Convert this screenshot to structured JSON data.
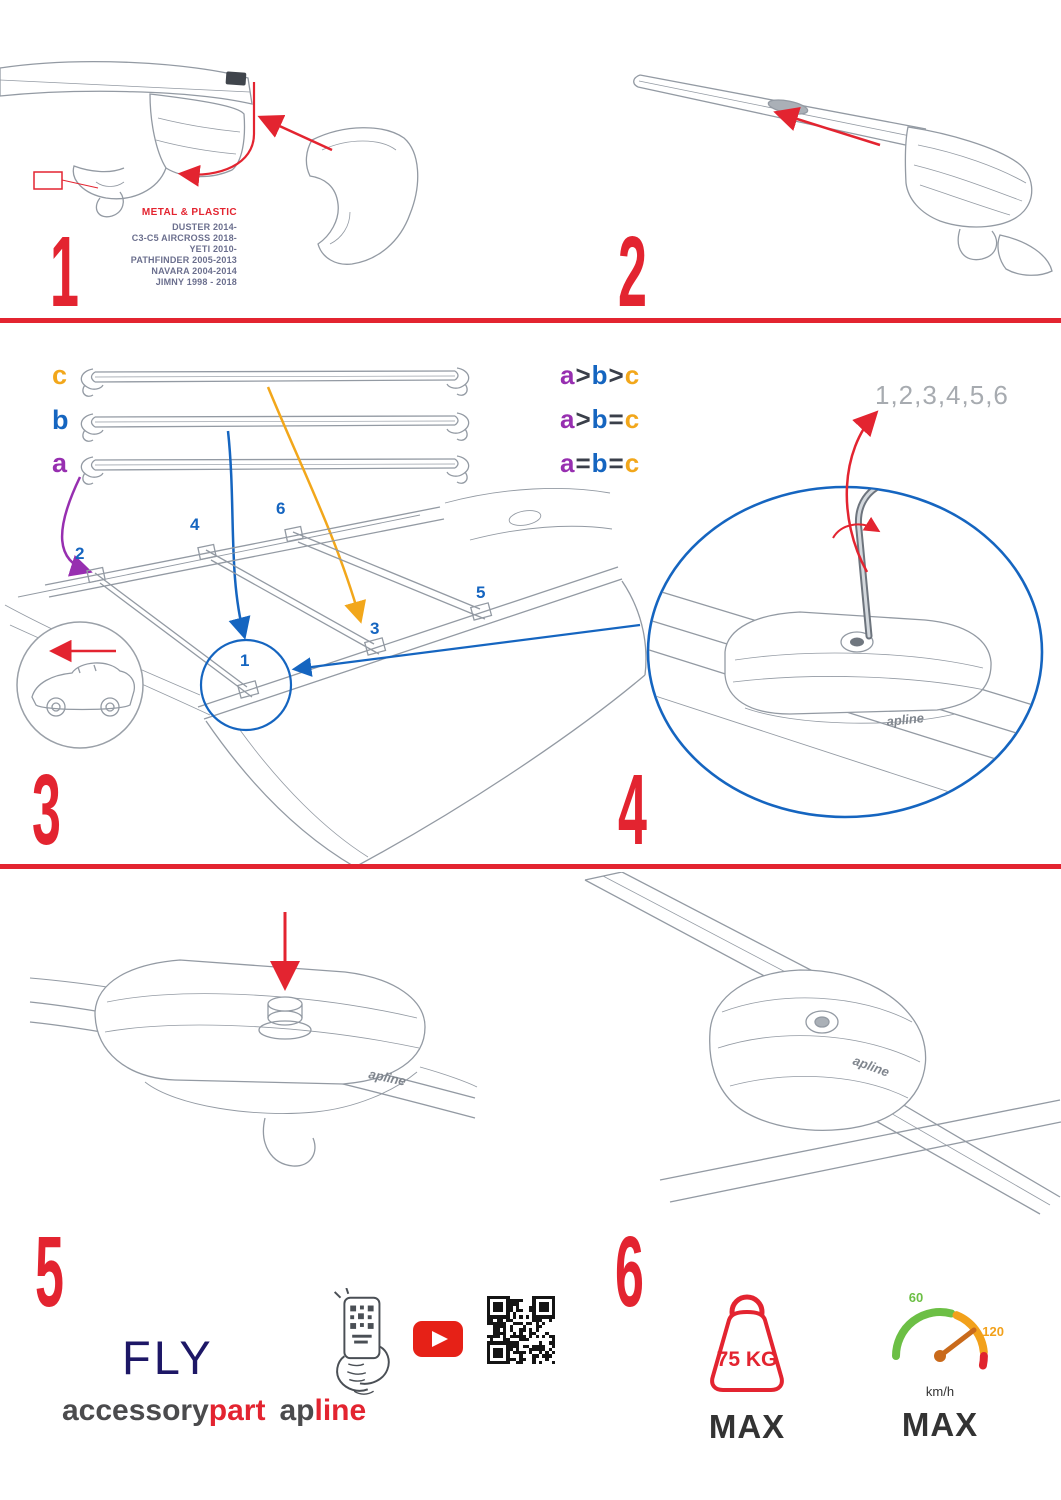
{
  "step1": {
    "number": "1",
    "material": "METAL & PLASTIC",
    "vehicles": [
      "DUSTER 2014-",
      "C3-C5 AIRCROSS 2018-",
      "YETI 2010-",
      "PATHFINDER 2005-2013",
      "NAVARA 2004-2014",
      "JIMNY 1998 - 2018"
    ]
  },
  "step2": {
    "number": "2"
  },
  "step3": {
    "number": "3",
    "bar_a": "a",
    "bar_b": "b",
    "bar_c": "c",
    "formula1": {
      "t1": "a",
      "t2": ">",
      "t3": "b",
      "t4": ">",
      "t5": "c"
    },
    "formula2": {
      "t1": "a",
      "t2": ">",
      "t3": "b",
      "t4": "=",
      "t5": "c"
    },
    "formula3": {
      "t1": "a",
      "t2": "=",
      "t3": "b",
      "t4": "=",
      "t5": "c"
    },
    "pos1": "1",
    "pos2": "2",
    "pos3": "3",
    "pos4": "4",
    "pos5": "5",
    "pos6": "6"
  },
  "step4": {
    "number": "4",
    "sequence": "1,2,3,4,5,6",
    "first": "1",
    "brand": "apline"
  },
  "step5": {
    "number": "5",
    "brand_left": "apline",
    "brand_right": "apline"
  },
  "step6": {
    "number": "6",
    "weight_value": "75 KG",
    "weight_max": "MAX",
    "speed_low": "60",
    "speed_high": "120",
    "speed_unit": "km/h",
    "speed_max": "MAX"
  },
  "footer": {
    "fly": "FLY",
    "accessory": "accessory",
    "part": "part",
    "brand_ap": "ap",
    "brand_line": "line"
  }
}
